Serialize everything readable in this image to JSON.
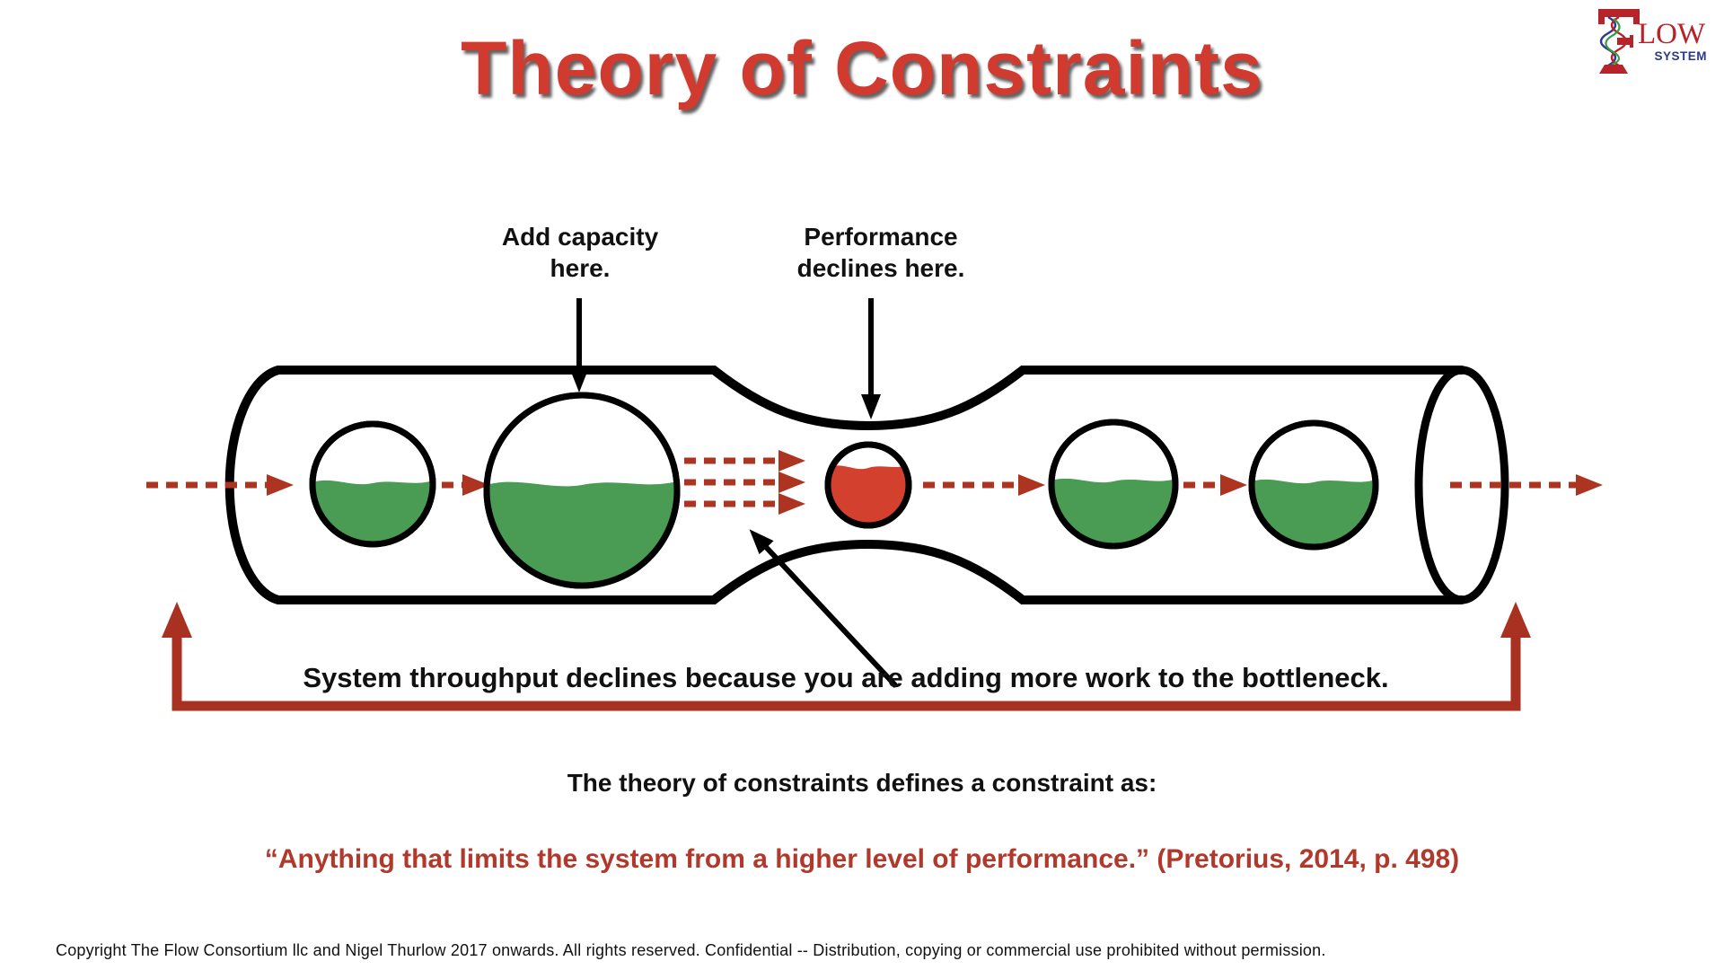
{
  "slide": {
    "title": "Theory of Constraints"
  },
  "logo": {
    "f": "F",
    "low": "LOW",
    "system": "SYSTEM"
  },
  "diagram": {
    "add_capacity_label": "Add capacity here.",
    "performance_label": "Performance declines here.",
    "throughput_note": "System throughput declines because you are adding more work to the bottleneck.",
    "stations": [
      {
        "name": "work-center-1",
        "fill": "green",
        "fill_level": "half"
      },
      {
        "name": "work-center-2-add-capacity",
        "fill": "green",
        "fill_level": "half"
      },
      {
        "name": "bottleneck",
        "fill": "red",
        "fill_level": "high"
      },
      {
        "name": "work-center-3",
        "fill": "green",
        "fill_level": "half"
      },
      {
        "name": "work-center-4",
        "fill": "green",
        "fill_level": "half"
      }
    ]
  },
  "definition": {
    "heading": "The theory of constraints defines a constraint as:",
    "quote": "“Anything that limits the system from a higher level of performance.” (Pretorius, 2014, p. 498)"
  },
  "footer": {
    "copyright": "Copyright The Flow Consortium llc and Nigel Thurlow 2017 onwards. All rights reserved. Confidential -- Distribution, copying or commercial use prohibited without permission."
  },
  "theme": {
    "title_red": "#d03a2f",
    "quote_red": "#b1392c",
    "flow_red": "#ac3420",
    "bracket_red": "#a93122",
    "work_green": "#4a9b54",
    "bottleneck_red": "#d4402e",
    "ink": "#000000",
    "logo_red": "#b6232a",
    "logo_blue": "#2b3990",
    "logo_green": "#3a9a48"
  }
}
